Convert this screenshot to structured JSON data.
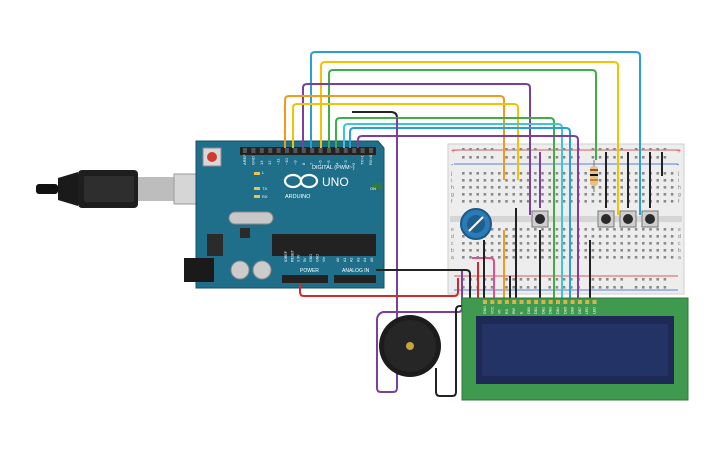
{
  "arduino": {
    "brand": "ARDUINO",
    "model": "UNO",
    "digital_label": "DIGITAL (PWM~)",
    "power_label": "POWER",
    "analog_label": "ANALOG IN",
    "on_label": "ON",
    "tx_label": "TX",
    "rx_label": "RX",
    "l_label": "L",
    "digital_pins": [
      "AREF",
      "GND",
      "13",
      "12",
      "~11",
      "~10",
      "~9",
      "8",
      "7",
      "~6",
      "~5",
      "4",
      "~3",
      "2",
      "TX>1",
      "RX<0"
    ],
    "power_pins": [
      "IOREF",
      "RESET",
      "3.3V",
      "5V",
      "GND",
      "GND",
      "Vin"
    ],
    "analog_pins": [
      "A0",
      "A1",
      "A2",
      "A3",
      "A4",
      "A5"
    ]
  },
  "breadboard": {
    "row_letters_top": [
      "j",
      "i",
      "h",
      "g",
      "f"
    ],
    "row_letters_bottom": [
      "e",
      "d",
      "c",
      "b",
      "a"
    ],
    "rail_plus": "+",
    "rail_minus": "-"
  },
  "lcd": {
    "pin_labels": [
      "GND",
      "VCC",
      "V0",
      "RS",
      "RW",
      "E",
      "DB0",
      "DB1",
      "DB2",
      "DB3",
      "DB4",
      "DB5",
      "DB6",
      "DB7",
      "LED",
      "LED"
    ]
  },
  "colors": {
    "board_teal": "#1f6f8b",
    "breadboard_bg": "#ededed",
    "lcd_green": "#3f9a4f",
    "lcd_screen": "#1e2a55",
    "wire_blue": "#2a9fd6",
    "wire_yellow": "#f2c300",
    "wire_green": "#3fae45",
    "wire_purple": "#7b3fa0",
    "wire_orange": "#f39a1e",
    "wire_red": "#d62828",
    "wire_black": "#222222",
    "wire_cyan": "#3cc6d8",
    "wire_pink": "#e0508a"
  }
}
